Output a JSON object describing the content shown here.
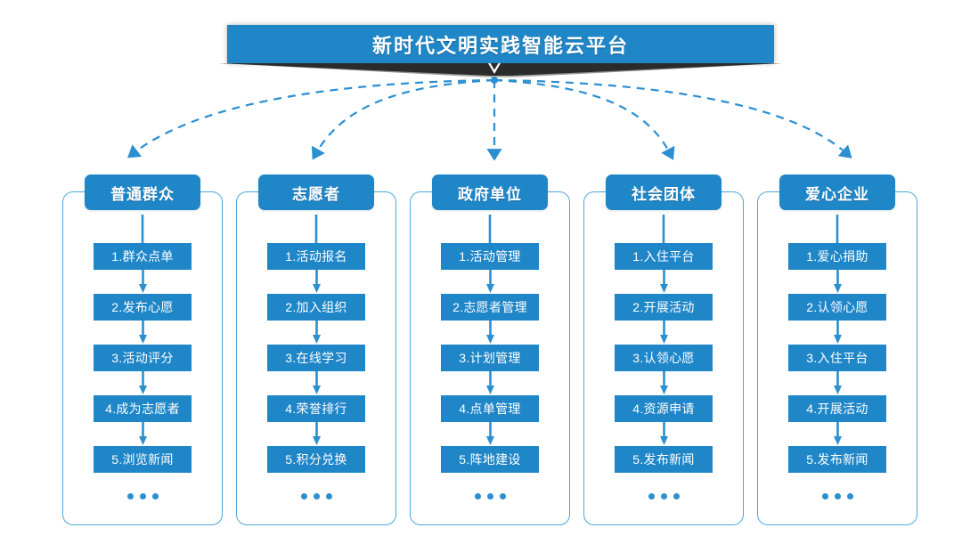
{
  "diagram": {
    "title": "新时代文明实践智能云平台",
    "ellipsis": "• • •",
    "colors": {
      "brand_blue": "#1f86c8",
      "border_blue": "#4aa8dc",
      "connector_blue": "#2b8fd0",
      "banner_shadow": "#2b2b2b",
      "text_white": "#ffffff"
    },
    "columns": [
      {
        "header": "普通群众",
        "items": [
          "1.群众点单",
          "2.发布心愿",
          "3.活动评分",
          "4.成为志愿者",
          "5.浏览新闻"
        ]
      },
      {
        "header": "志愿者",
        "items": [
          "1.活动报名",
          "2.加入组织",
          "3.在线学习",
          "4.荣誉排行",
          "5.积分兑换"
        ]
      },
      {
        "header": "政府单位",
        "items": [
          "1.活动管理",
          "2.志愿者管理",
          "3.计划管理",
          "4.点单管理",
          "5.阵地建设"
        ]
      },
      {
        "header": "社会团体",
        "items": [
          "1.入住平台",
          "2.开展活动",
          "3.认领心愿",
          "4.资源申请",
          "5.发布新闻"
        ]
      },
      {
        "header": "爱心企业",
        "items": [
          "1.爱心捐助",
          "2.认领心愿",
          "3.入住平台",
          "4.开展活动",
          "5.发布新闻"
        ]
      }
    ]
  }
}
